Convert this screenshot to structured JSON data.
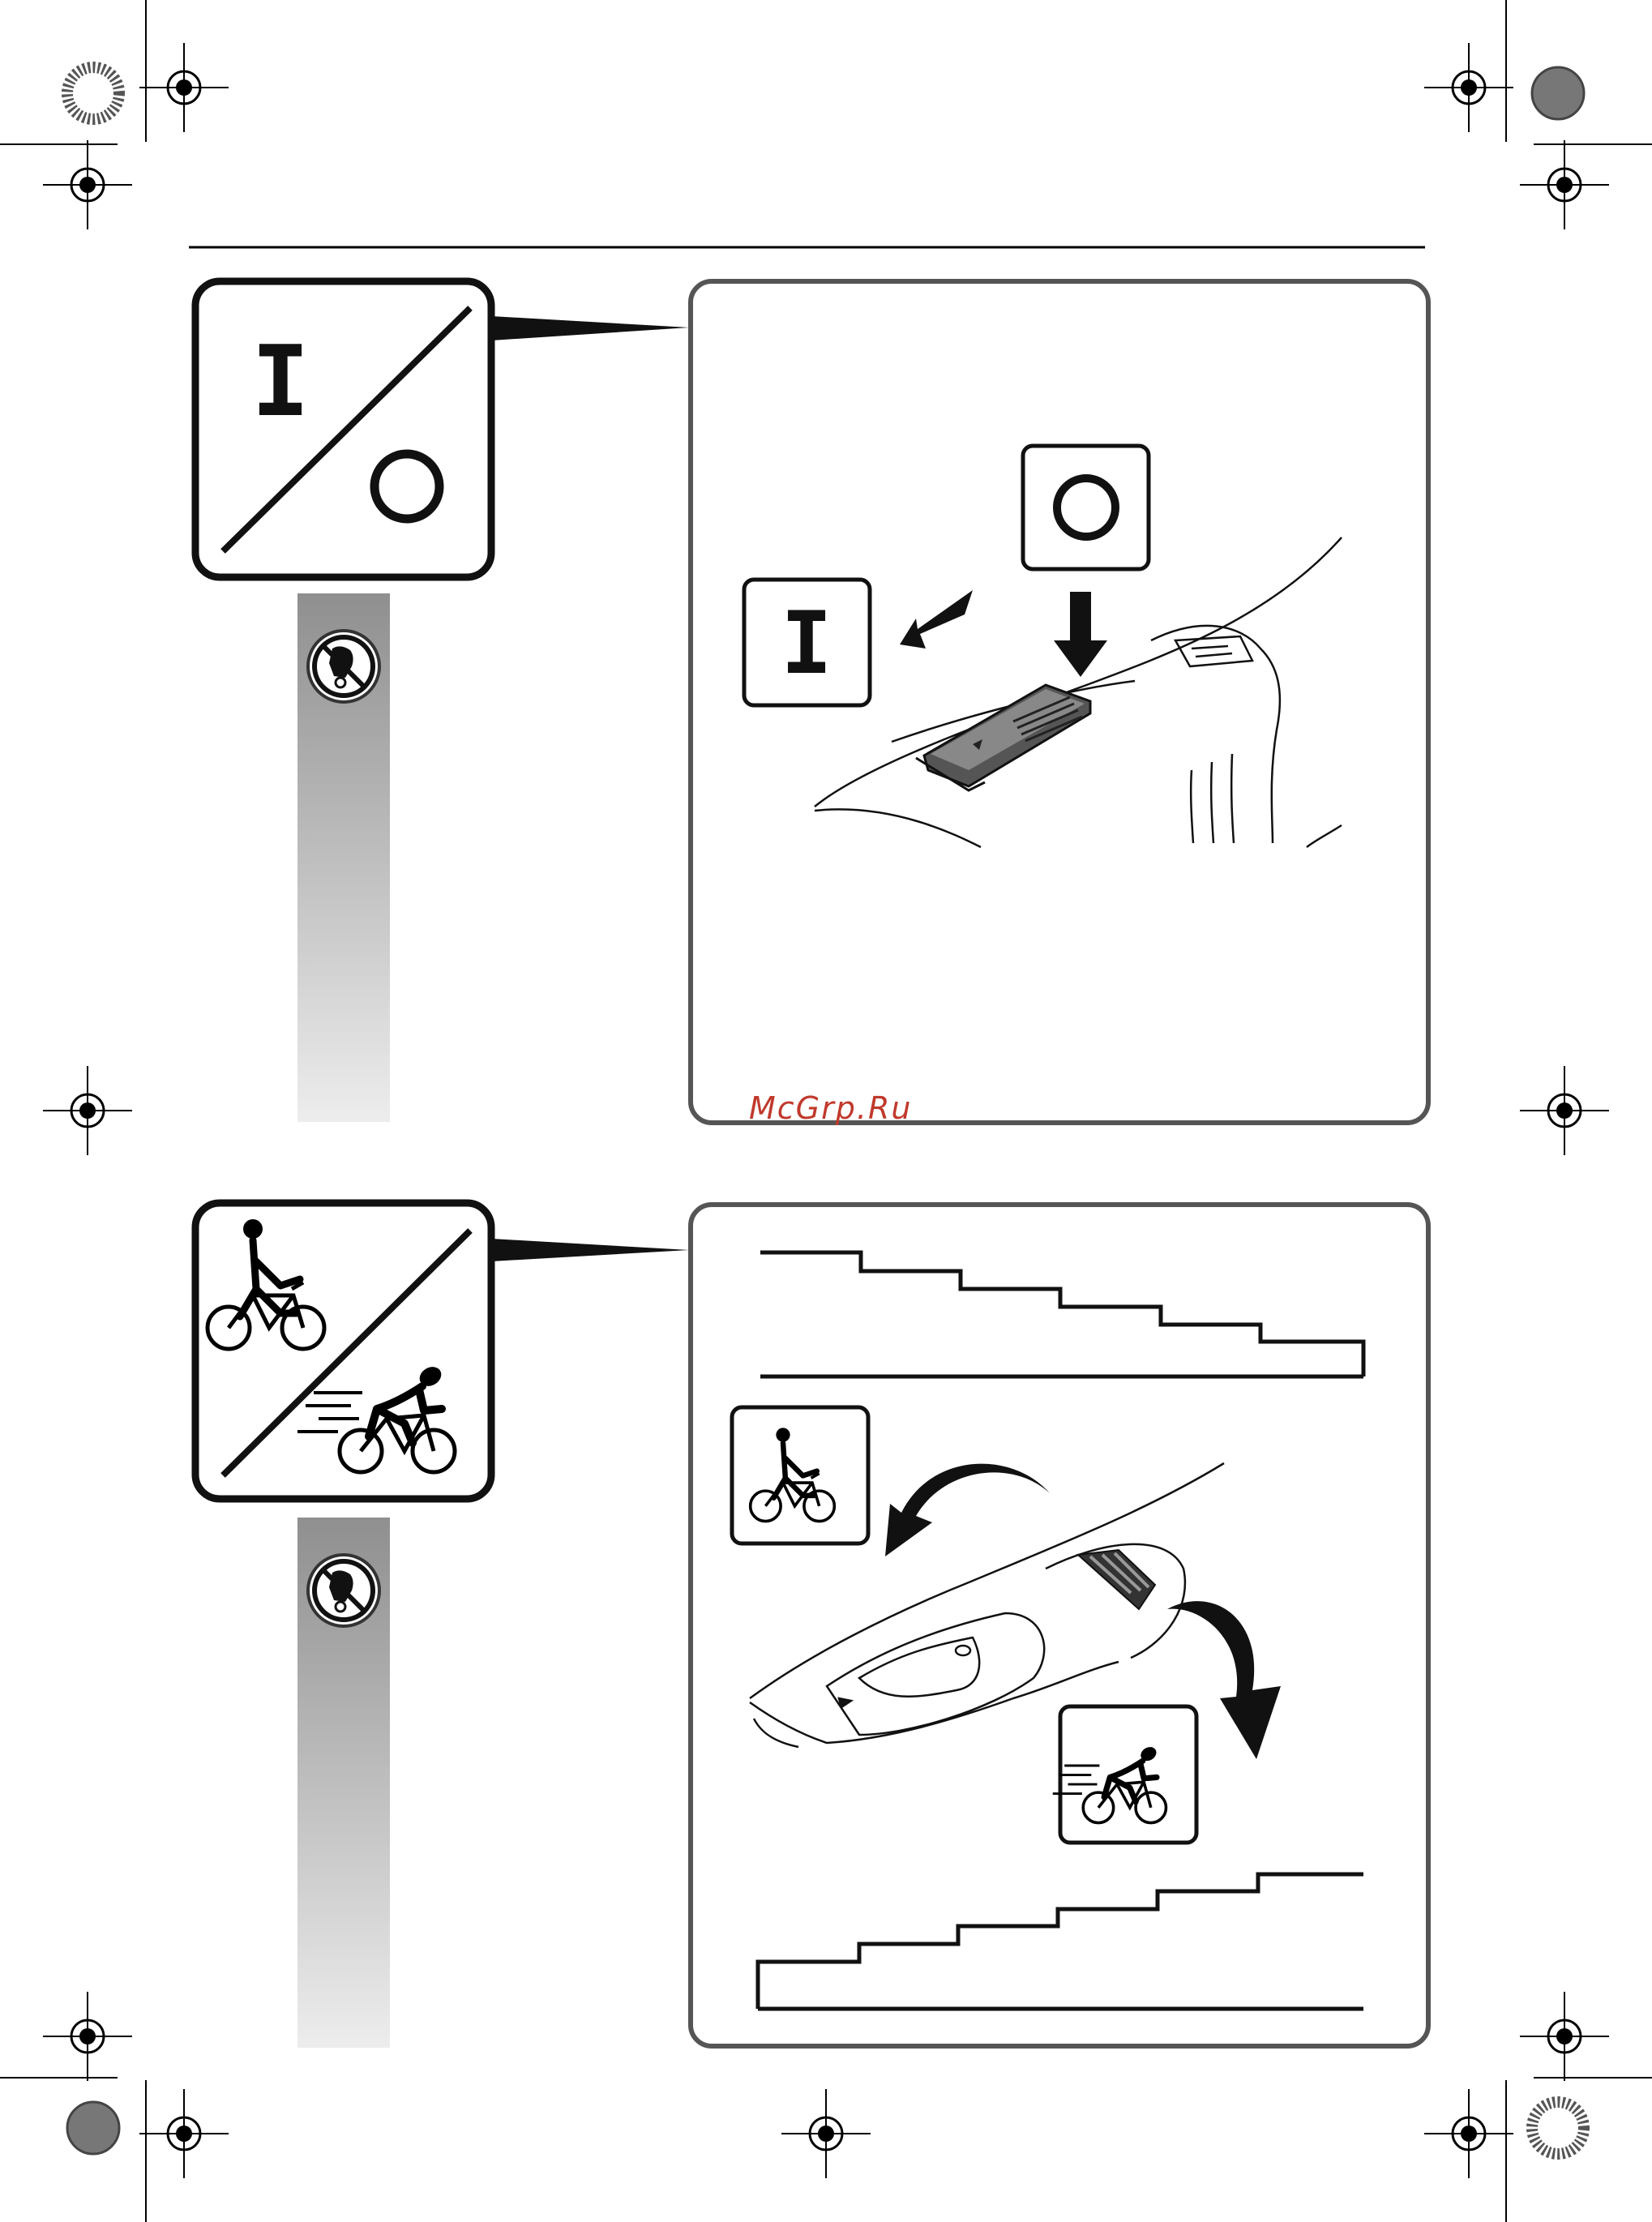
{
  "watermark": "McGrp.Ru",
  "symbols": {
    "on": "I",
    "off": "O"
  },
  "icons": {
    "switch_section_icon": "on-off-icon",
    "speed_section_icon": "speed-selector-icon",
    "no_hand_icon": "no-hand-operation-icon",
    "slow_icon": "slow-cyclist-icon",
    "fast_icon": "fast-cyclist-icon"
  },
  "colors": {
    "frame": "#555555",
    "ink": "#111111",
    "watermark": "#c0392b"
  }
}
